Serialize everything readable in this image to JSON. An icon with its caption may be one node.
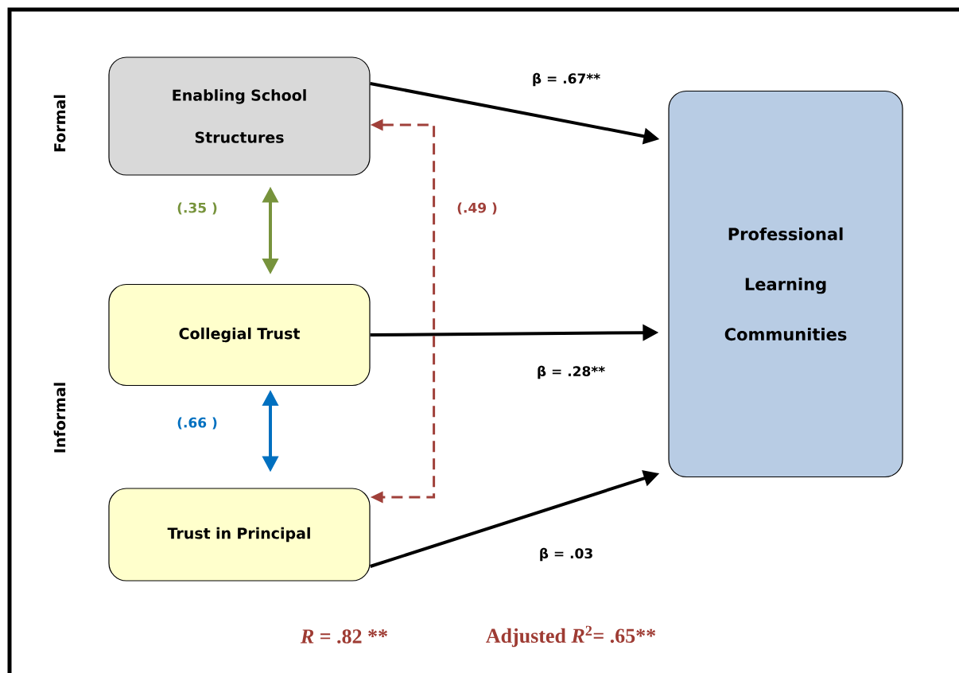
{
  "diagram": {
    "nodes": [
      {
        "text": [
          "Enabling School Structures"
        ]
      },
      {
        "text": [
          "Collegial Trust"
        ]
      },
      {
        "text": [
          "Trust in Principal"
        ]
      },
      {
        "text": [
          "Professional Learning Communities"
        ]
      }
    ],
    "edges": [
      {
        "from": 0,
        "to": 3,
        "arrow": "to",
        "label": "β = .67**"
      },
      {
        "from": 1,
        "to": 3,
        "arrow": "to",
        "label": "β = .28**"
      },
      {
        "from": 2,
        "to": 3,
        "arrow": "to",
        "label": "β = .03"
      },
      {
        "from": 0,
        "to": 1,
        "arrow": "both",
        "label": "(.35 )",
        "color": "#77933c"
      },
      {
        "from": 1,
        "to": 2,
        "arrow": "both",
        "label": "(.66 )",
        "color": "#0070c0"
      },
      {
        "from": 0,
        "to": 2,
        "arrow": "both",
        "label": "(.49 )",
        "style": "dashed",
        "color": "#a0403a"
      }
    ],
    "labels": [
      "Formal",
      "Informal",
      "*R* =  .82 **",
      "Adjusted *R*$^{2}$= .65**"
    ]
  }
}
